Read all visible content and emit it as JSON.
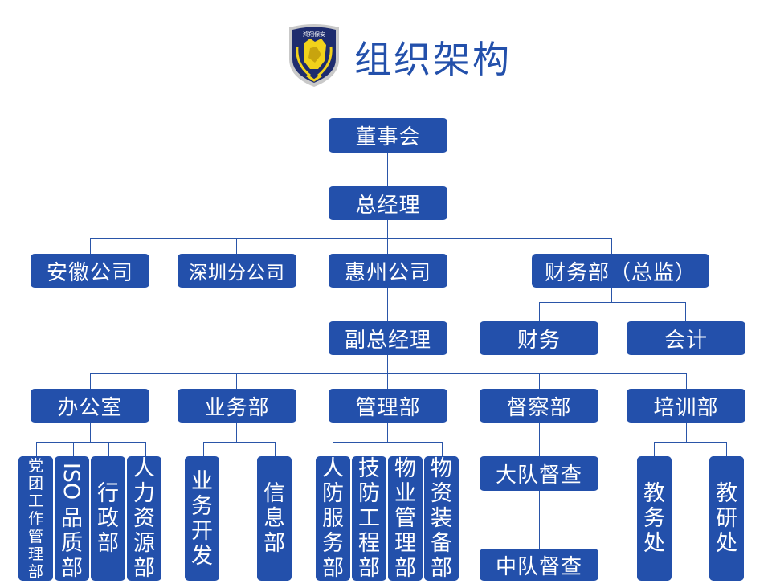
{
  "header": {
    "logo_text": "鸿翔保安",
    "logo_icon": "security-shield-badge-icon",
    "title": "组织架构"
  },
  "colors": {
    "node_fill": "#2350ab",
    "node_text": "#ffffff",
    "connector": "#2a55a8",
    "title": "#2350ab"
  },
  "chart": {
    "board": "董事会",
    "general_manager": "总经理",
    "branches": {
      "anhui": "安徽公司",
      "shenzhen": "深圳分公司",
      "huizhou": "惠州公司",
      "finance": "财务部（总监）"
    },
    "finance_children": [
      "财务",
      "会计"
    ],
    "deputy_gm": "副总经理",
    "departments": {
      "office": {
        "label": "办公室",
        "children": [
          "党团工作管理部",
          "ISO品质部",
          "行政部",
          "人力资源部"
        ]
      },
      "business": {
        "label": "业务部",
        "children": [
          "业务开发",
          "信息部"
        ]
      },
      "management": {
        "label": "管理部",
        "children": [
          "人防服务部",
          "技防工程部",
          "物业管理部",
          "物资装备部"
        ]
      },
      "supervision": {
        "label": "督察部",
        "children": [
          "大队督查",
          "中队督查"
        ]
      },
      "training": {
        "label": "培训部",
        "children": [
          "教务处",
          "教研处"
        ]
      }
    }
  }
}
